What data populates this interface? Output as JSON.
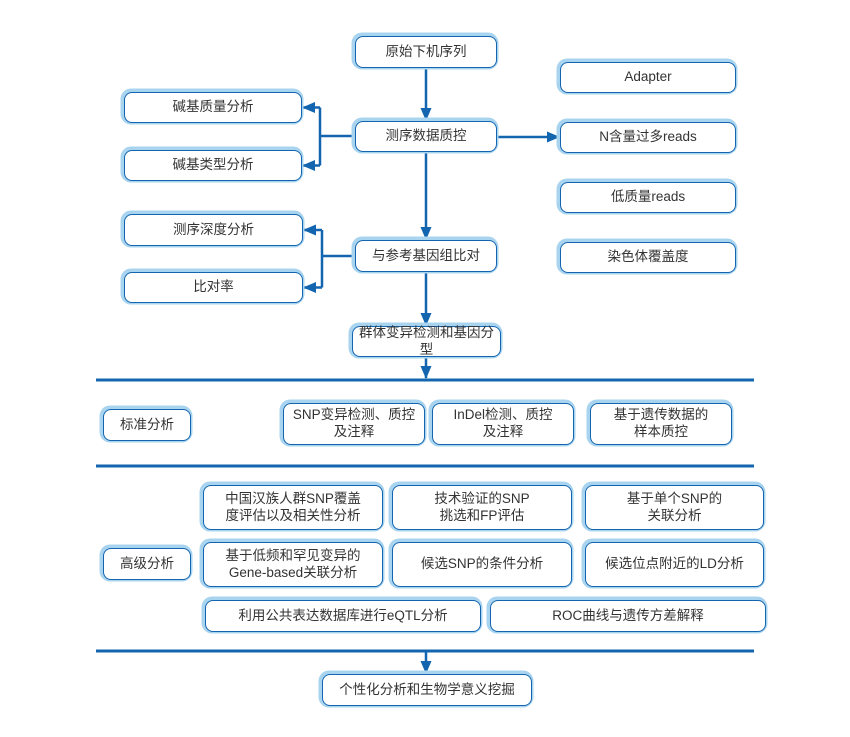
{
  "diagram": {
    "type": "flowchart",
    "language": "zh-CN",
    "colors": {
      "line_accent": "#1365af",
      "box_border": "#1365af",
      "box_glow": "#a9d4ef",
      "text": "#333333",
      "background": "#ffffff"
    },
    "nodes": {
      "raw": "原始下机序列",
      "adapter": "Adapter",
      "base_quality": "碱基质量分析",
      "seq_qc": "测序数据质控",
      "n_reads": "N含量过多reads",
      "base_type": "碱基类型分析",
      "low_quality": "低质量reads",
      "depth": "测序深度分析",
      "align": "与参考基因组比对",
      "chrom_coverage": "染色体覆盖度",
      "align_rate": "比对率",
      "variant_calling": "群体变异检测和基因分型",
      "standard_label": "标准分析",
      "snp": "SNP变异检测、质控\n及注释",
      "indel": "InDel检测、质控\n及注释",
      "sample_qc": "基于遗传数据的\n样本质控",
      "han_snp": "中国汉族人群SNP覆盖\n度评估以及相关性分析",
      "tech_snp": "技术验证的SNP\n挑选和FP评估",
      "single_snp": "基于单个SNP的\n关联分析",
      "advanced_label": "高级分析",
      "gene_based": "基于低频和罕见变异的\nGene-based关联分析",
      "conditional": "候选SNP的条件分析",
      "ld": "候选位点附近的LD分析",
      "eqtl": "利用公共表达数据库进行eQTL分析",
      "roc": "ROC曲线与遗传方差解释",
      "final": "个性化分析和生物学意义挖掘"
    }
  }
}
